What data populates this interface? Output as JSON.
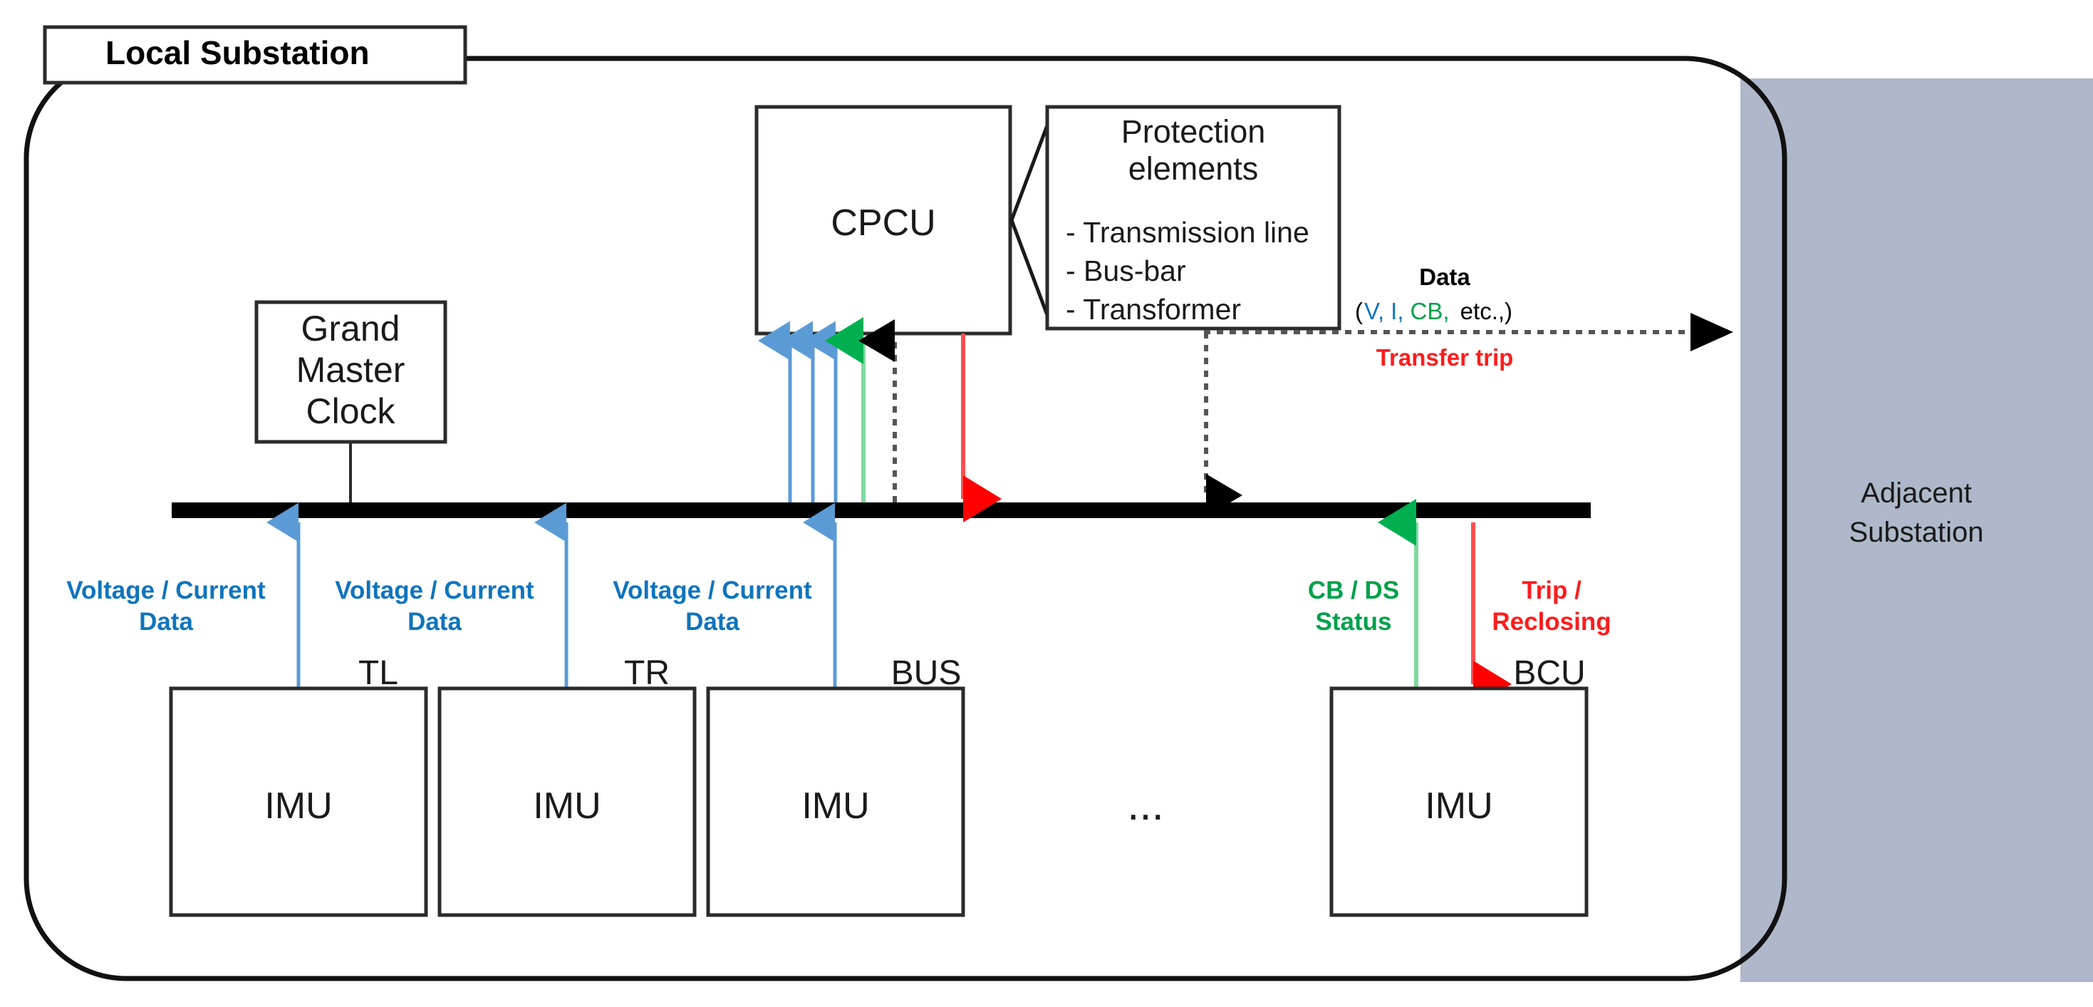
{
  "diagram": {
    "title": "Local Substation",
    "container_label": "Local Substation",
    "adjacent": {
      "line1": "Adjacent",
      "line2": "Substation",
      "fill_color": "#aeb8ca"
    },
    "cpcu": {
      "label": "CPCU"
    },
    "protection": {
      "heading_line1": "Protection",
      "heading_line2": "elements",
      "items": [
        "-   Transmission line",
        "-   Bus-bar",
        "-   Transformer"
      ]
    },
    "clock": {
      "line1": "Grand",
      "line2": "Master",
      "line3": "Clock"
    },
    "bays": [
      {
        "tag": "TL",
        "unit": "IMU",
        "signal_line1": "Voltage / Current",
        "signal_line2": "Data"
      },
      {
        "tag": "TR",
        "unit": "IMU",
        "signal_line1": "Voltage / Current",
        "signal_line2": "Data"
      },
      {
        "tag": "BUS",
        "unit": "IMU",
        "signal_line1": "Voltage / Current",
        "signal_line2": "Data"
      },
      {
        "tag": "BCU",
        "unit": "IMU",
        "signal_line1": "CB / DS",
        "signal_line2": "Status"
      }
    ],
    "ellipsis": "...",
    "bcu_trip": {
      "line1": "Trip /",
      "line2": "Reclosing"
    },
    "interlink": {
      "data_label": "Data",
      "paren_open": "(",
      "v_label": "V,",
      "i_label": "I,",
      "cb_label": "CB,",
      "etc_label": " etc.,)",
      "transfer_trip": "Transfer trip"
    },
    "colors": {
      "signal_blue": "#0f74bd",
      "arrow_blue": "#5b9bd5",
      "status_green": "#00a14b",
      "arrow_green": "#7fd9a0",
      "trip_red": "#fc1d1d",
      "arrow_red": "#fd4e4e",
      "line_black": "#1a1a1a",
      "adjacent_grey": "#aeb8ca"
    }
  }
}
